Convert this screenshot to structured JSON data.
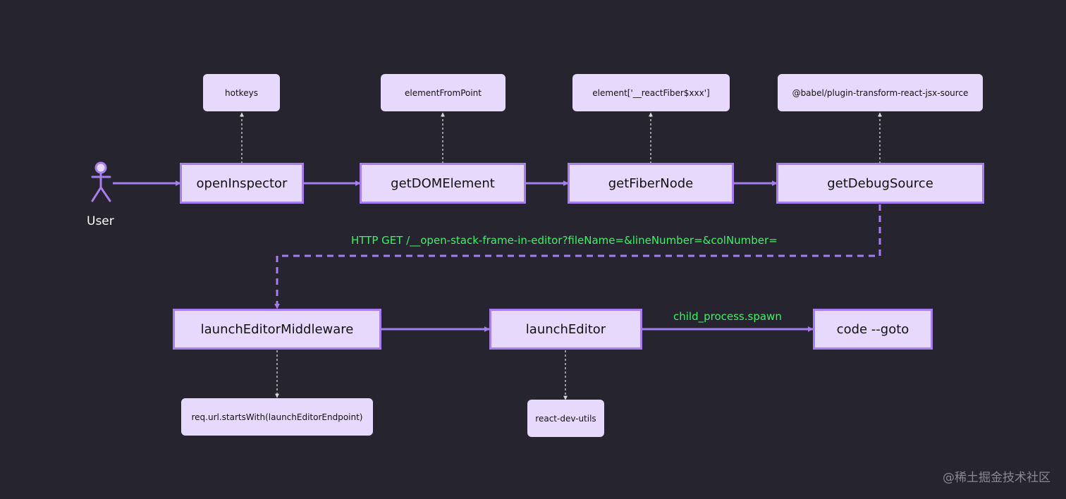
{
  "user": {
    "label": "User"
  },
  "main_nodes": {
    "open_inspector": "openInspector",
    "get_dom_element": "getDOMElement",
    "get_fiber_node": "getFiberNode",
    "get_debug_source": "getDebugSource",
    "launch_editor_middleware": "launchEditorMiddleware",
    "launch_editor": "launchEditor",
    "code_goto": "code --goto"
  },
  "notes": {
    "hotkeys": "hotkeys",
    "element_from_point": "elementFromPoint",
    "react_fiber": "element['__reactFiber$xxx']",
    "babel_plugin": "@babel/plugin-transform-react-jsx-source",
    "req_url": "req.url.startsWith(launchEditorEndpoint)",
    "react_dev_utils": "react-dev-utils"
  },
  "edge_labels": {
    "http_get": "HTTP GET /__open-stack-frame-in-editor?fileName=&lineNumber=&colNumber=",
    "child_process": "child_process.spawn"
  },
  "watermark": "@稀土掘金技术社区",
  "colors": {
    "background": "#26242e",
    "node_fill": "#e7d9fb",
    "node_border": "#a77ef0",
    "arrow": "#a77ef0",
    "note_arrow": "#d8d8d8",
    "edge_label": "#3ff06a"
  }
}
